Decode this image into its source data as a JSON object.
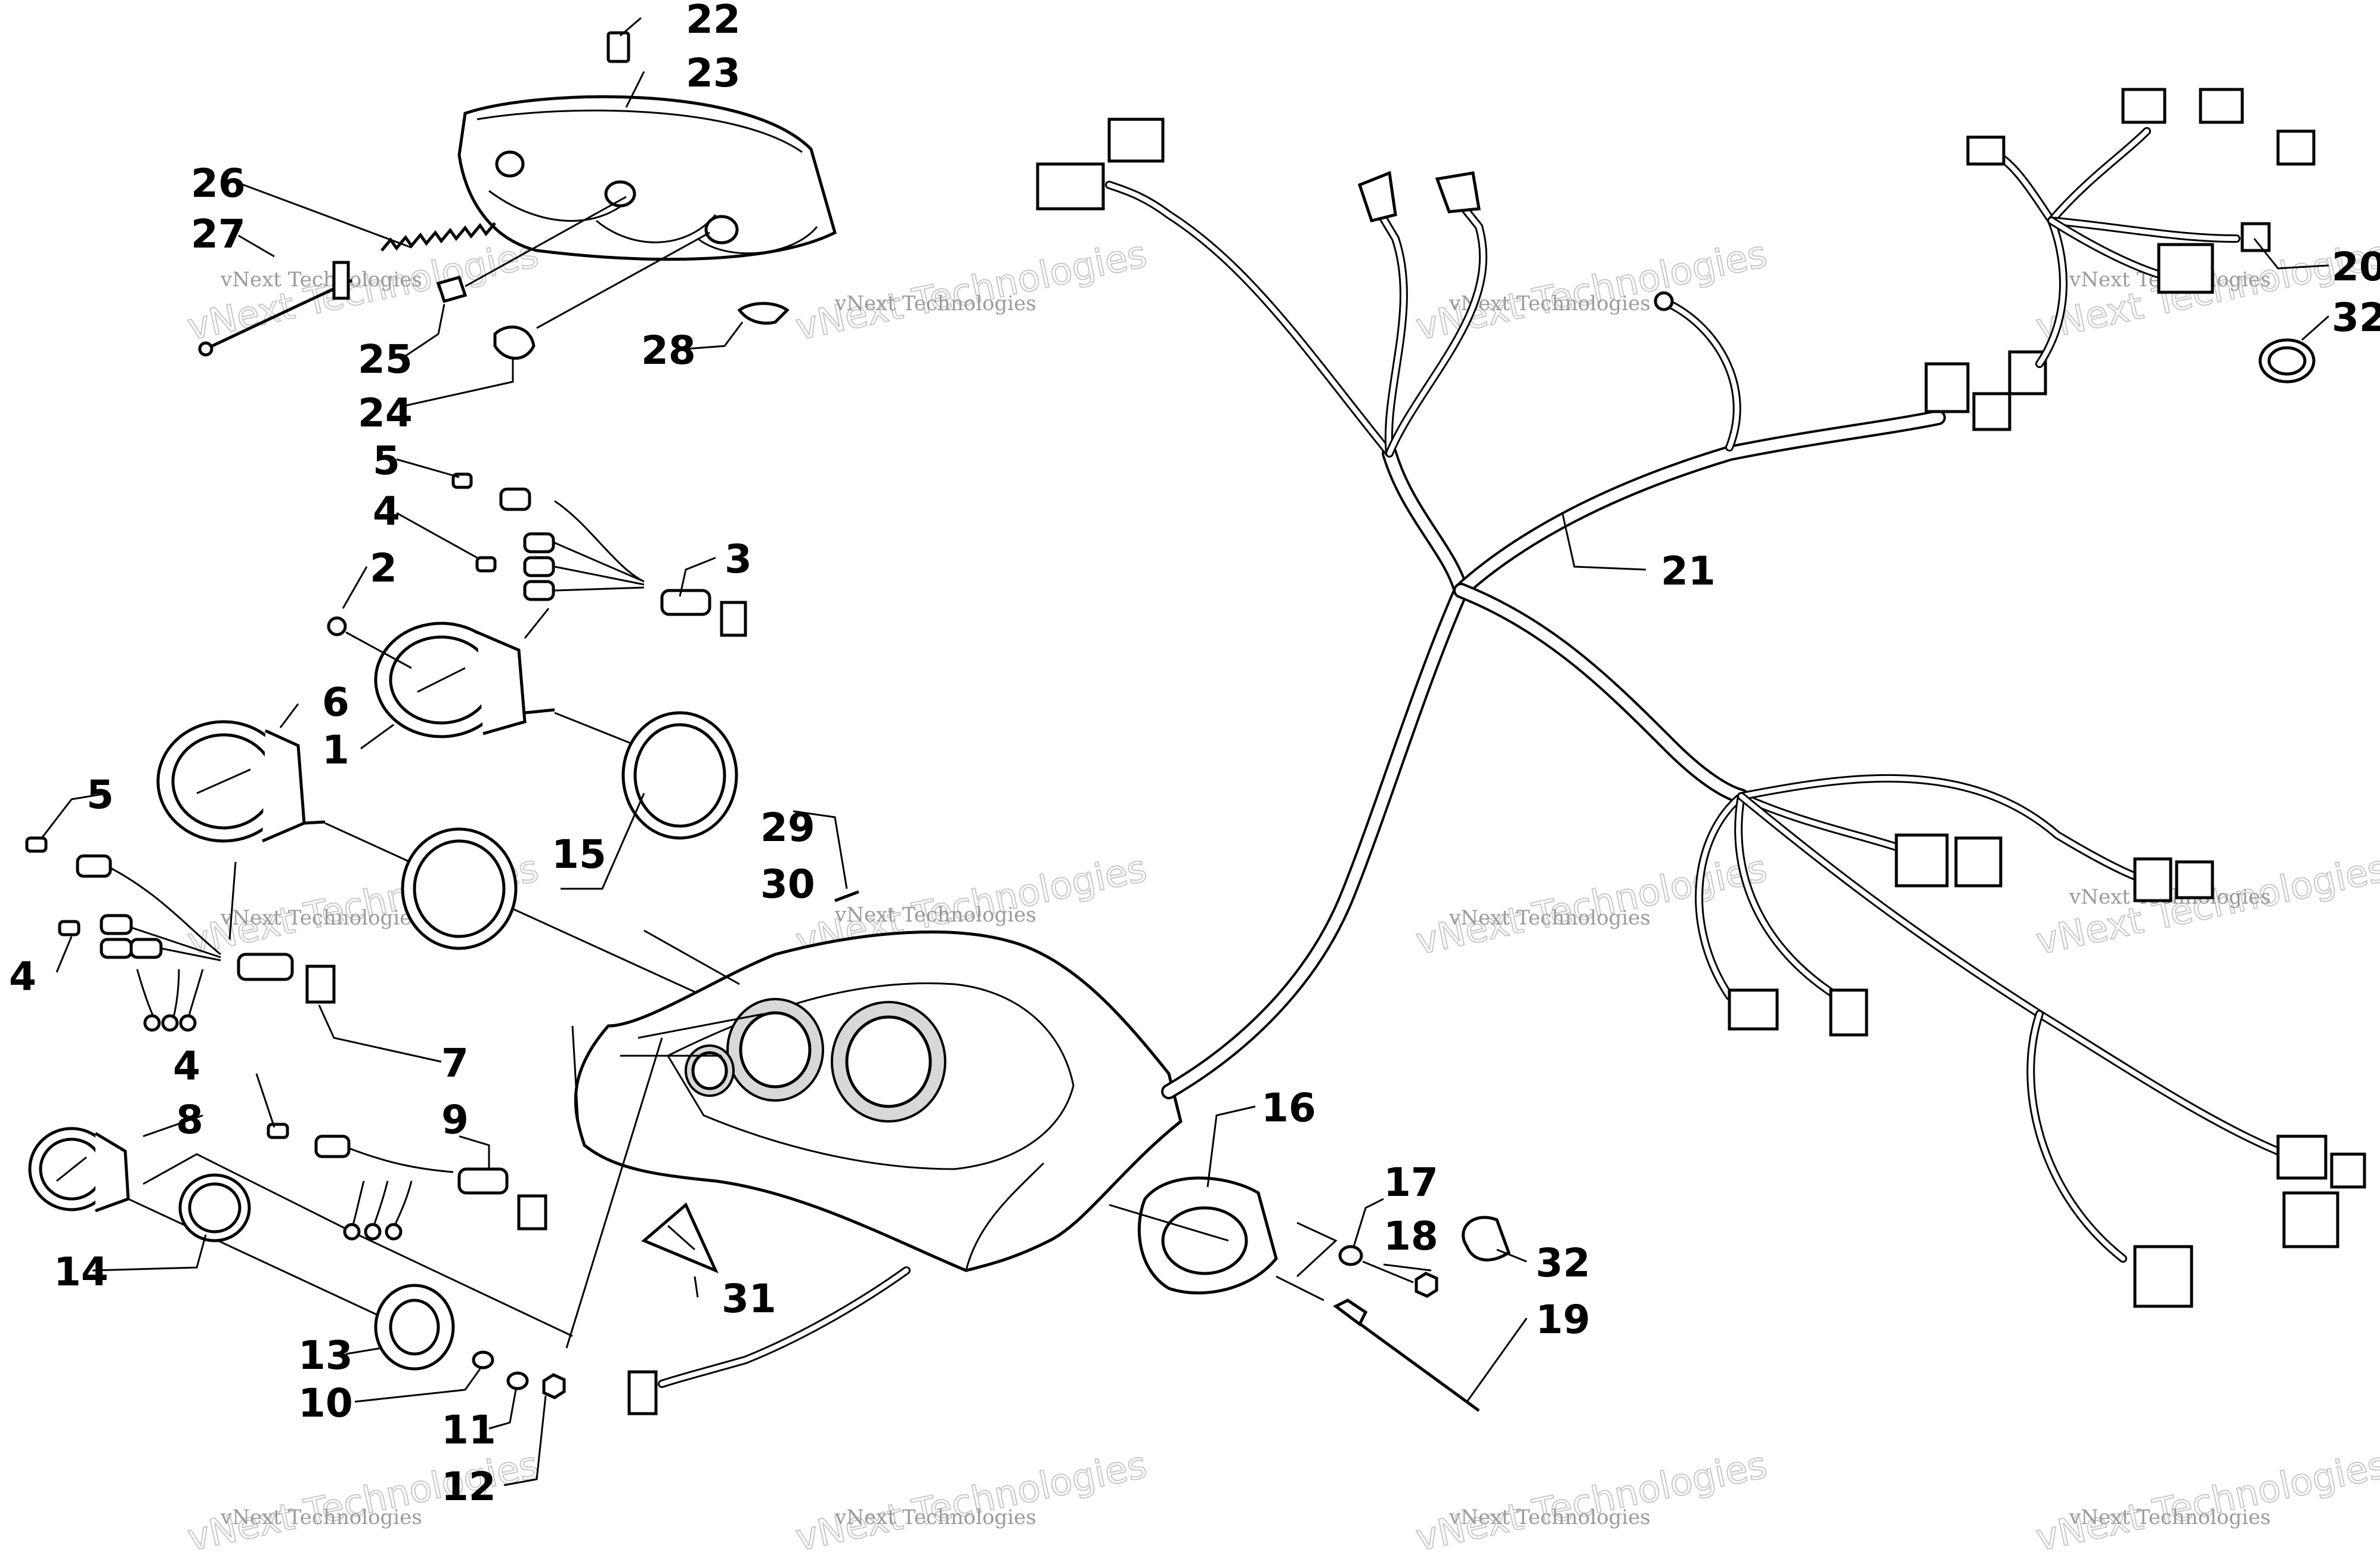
{
  "callouts": [
    "1",
    "2",
    "3",
    "4",
    "4",
    "4",
    "5",
    "5",
    "6",
    "7",
    "8",
    "9",
    "10",
    "11",
    "12",
    "13",
    "14",
    "15",
    "16",
    "17",
    "18",
    "19",
    "20",
    "21",
    "22",
    "23",
    "24",
    "25",
    "26",
    "27",
    "28",
    "29",
    "30",
    "31",
    "32",
    "32"
  ],
  "watermark": {
    "brand": "vNext Technologies",
    "big": "vNext Technologies"
  },
  "colors": {
    "ink": "#000000",
    "paper": "#ffffff",
    "watermark": "#9a9a9a"
  }
}
